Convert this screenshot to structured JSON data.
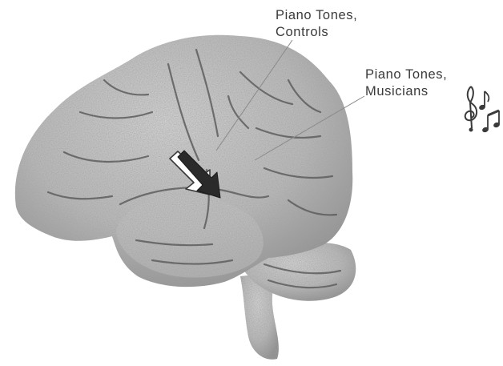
{
  "labels": {
    "controls": {
      "line1": "Piano Tones,",
      "line2": "Controls"
    },
    "musicians": {
      "line1": "Piano Tones,",
      "line2": "Musicians"
    }
  },
  "icons": {
    "music_notes": "music-notes-icon",
    "brain": "brain-illustration"
  },
  "colors": {
    "brain_fill": "#b9b9b9",
    "sulci": "#5e5e5e",
    "arrow_controls": "#ffffff",
    "arrow_musicians": "#2a2a2a",
    "text": "#3a3a3a"
  }
}
